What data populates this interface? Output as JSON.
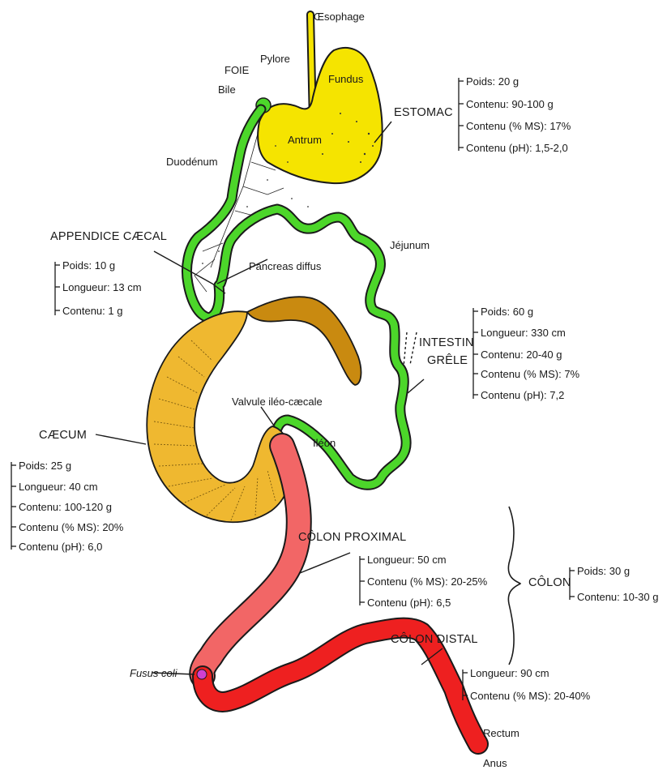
{
  "organs": {
    "oesophage": "Œsophage",
    "pylore": "Pylore",
    "foie": "FOIE",
    "bile": "Bile",
    "fundus": "Fundus",
    "estomac": "ESTOMAC",
    "antrum": "Antrum",
    "duodenum": "Duodénum",
    "appendice": "APPENDICE CÆCAL",
    "pancreas": "Pancreas diffus",
    "jejunum": "Jéjunum",
    "intestin_grele_1": "INTESTIN",
    "intestin_grele_2": "GRÊLE",
    "valvule": "Valvule iléo-cæcale",
    "ileon": "Iléon",
    "caecum": "CÆCUM",
    "colon_proximal": "CÔLON PROXIMAL",
    "colon": "CÔLON",
    "colon_distal": "CÔLON DISTAL",
    "fusus_coli": "Fusus coli",
    "rectum": "Rectum",
    "anus": "Anus"
  },
  "annotations": {
    "estomac": [
      "Poids: 20 g",
      "Contenu: 90-100 g",
      "Contenu (% MS): 17%",
      "Contenu (pH): 1,5-2,0"
    ],
    "appendice": [
      "Poids: 10 g",
      "Longueur: 13 cm",
      "Contenu: 1 g"
    ],
    "intestin_grele": [
      "Poids: 60 g",
      "Longueur: 330 cm",
      "Contenu: 20-40 g",
      "Contenu (% MS): 7%",
      "Contenu (pH): 7,2"
    ],
    "caecum": [
      "Poids: 25 g",
      "Longueur: 40 cm",
      "Contenu: 100-120 g",
      "Contenu (% MS): 20%",
      "Contenu (pH): 6,0"
    ],
    "colon_proximal": [
      "Longueur: 50 cm",
      "Contenu (% MS): 20-25%",
      "Contenu (pH): 6,5"
    ],
    "colon": [
      "Poids: 30 g",
      "Contenu: 10-30 g"
    ],
    "colon_distal": [
      "Longueur: 90 cm",
      "Contenu (% MS): 20-40%"
    ]
  },
  "colors": {
    "stomach": "#f5e400",
    "small_intestine": "#4cd62a",
    "caecum": "#efb830",
    "appendix": "#c98a10",
    "colon_proximal": "#f26666",
    "colon_distal": "#ee2020",
    "fusus": "#d040d0"
  }
}
